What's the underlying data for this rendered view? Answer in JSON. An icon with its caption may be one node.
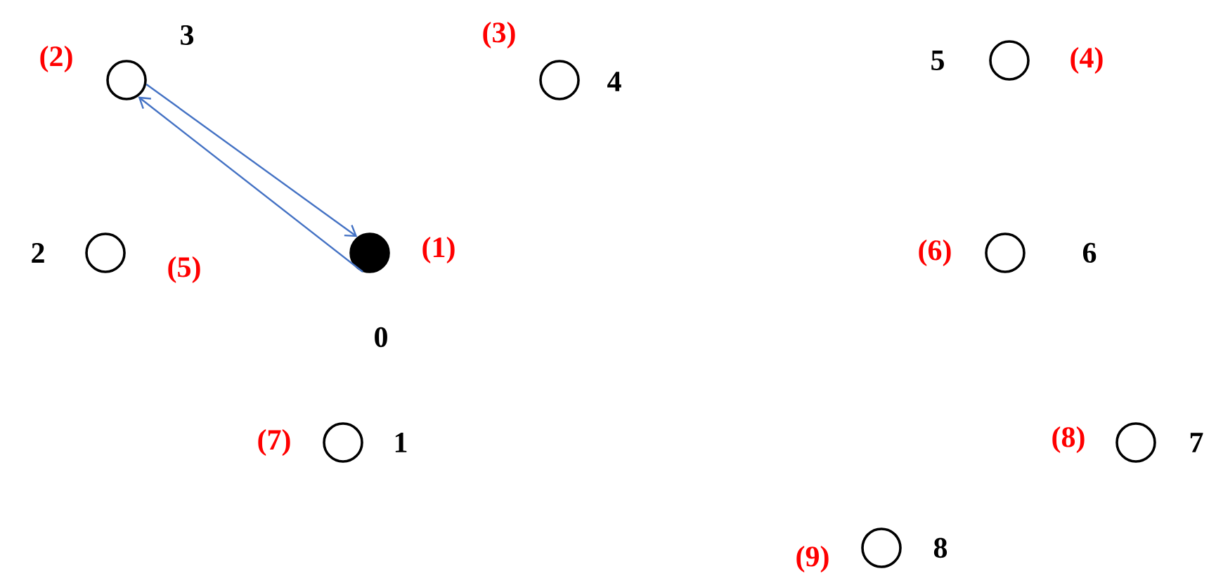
{
  "diagram": {
    "nodes": [
      {
        "text": [],
        "shape": "circle",
        "beside": [
          "(2)",
          "3"
        ]
      },
      {
        "text": [],
        "shape": "circle",
        "beside": [
          "(3)",
          "4"
        ]
      },
      {
        "text": [],
        "shape": "circle",
        "beside": [
          "5",
          "(4)"
        ]
      },
      {
        "text": [],
        "shape": "circle",
        "beside": [
          "2",
          "(5)"
        ]
      },
      {
        "text": [],
        "shape": "disc",
        "beside": [
          "(1)",
          "0"
        ]
      },
      {
        "text": [],
        "shape": "circle",
        "beside": [
          "(6)",
          "6"
        ]
      },
      {
        "text": [],
        "shape": "circle",
        "beside": [
          "(7)",
          "1"
        ]
      },
      {
        "text": [],
        "shape": "circle",
        "beside": [
          "(8)",
          "7"
        ]
      },
      {
        "text": [],
        "shape": "circle",
        "beside": [
          "(9)",
          "8"
        ]
      }
    ],
    "edges": [
      {
        "from": 0,
        "to": 4,
        "arrow": "to"
      },
      {
        "from": 4,
        "to": 0,
        "arrow": "to"
      }
    ]
  }
}
